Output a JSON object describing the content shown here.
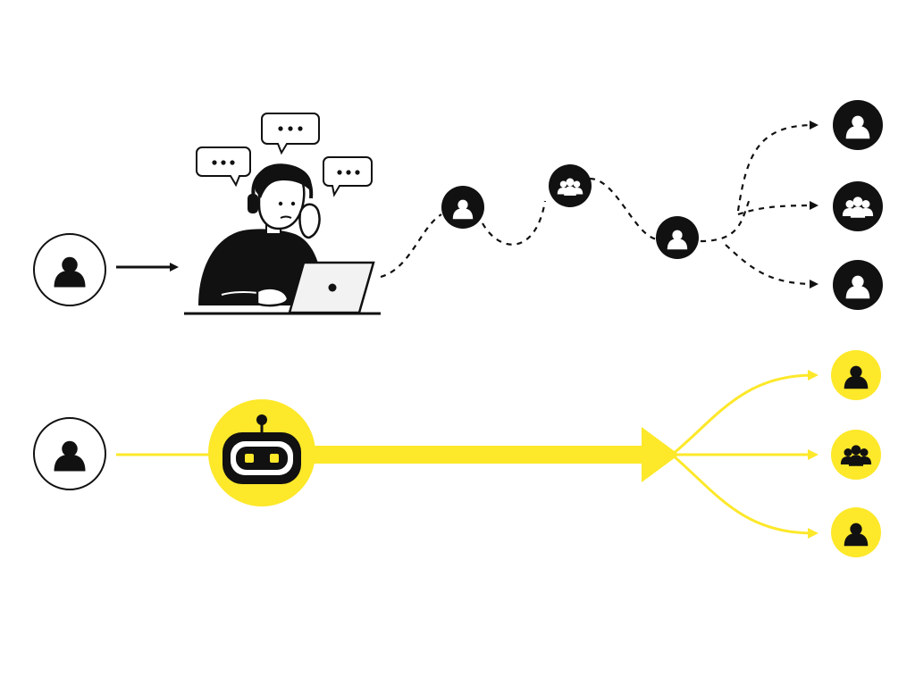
{
  "colors": {
    "background": "#ffffff",
    "ink": "#111111",
    "accent_yellow": "#fde82a",
    "dashed_line": "#111111"
  },
  "icons": {
    "source_user": "user-icon",
    "agent": "headset-agent-icon",
    "laptop": "laptop-icon",
    "speech": "speech-bubble-ellipsis-icon",
    "bot": "robot-icon",
    "single_user": "user-icon",
    "group": "user-group-icon"
  },
  "rows": [
    {
      "id": "manual-flow",
      "style": "dashed-winding",
      "color": "#111111",
      "hops": [
        "user",
        "group",
        "user"
      ],
      "outputs": [
        "user",
        "group",
        "user"
      ]
    },
    {
      "id": "automated-flow",
      "style": "solid-direct",
      "color": "#fde82a",
      "hops": [],
      "outputs": [
        "user",
        "group",
        "user"
      ]
    }
  ]
}
